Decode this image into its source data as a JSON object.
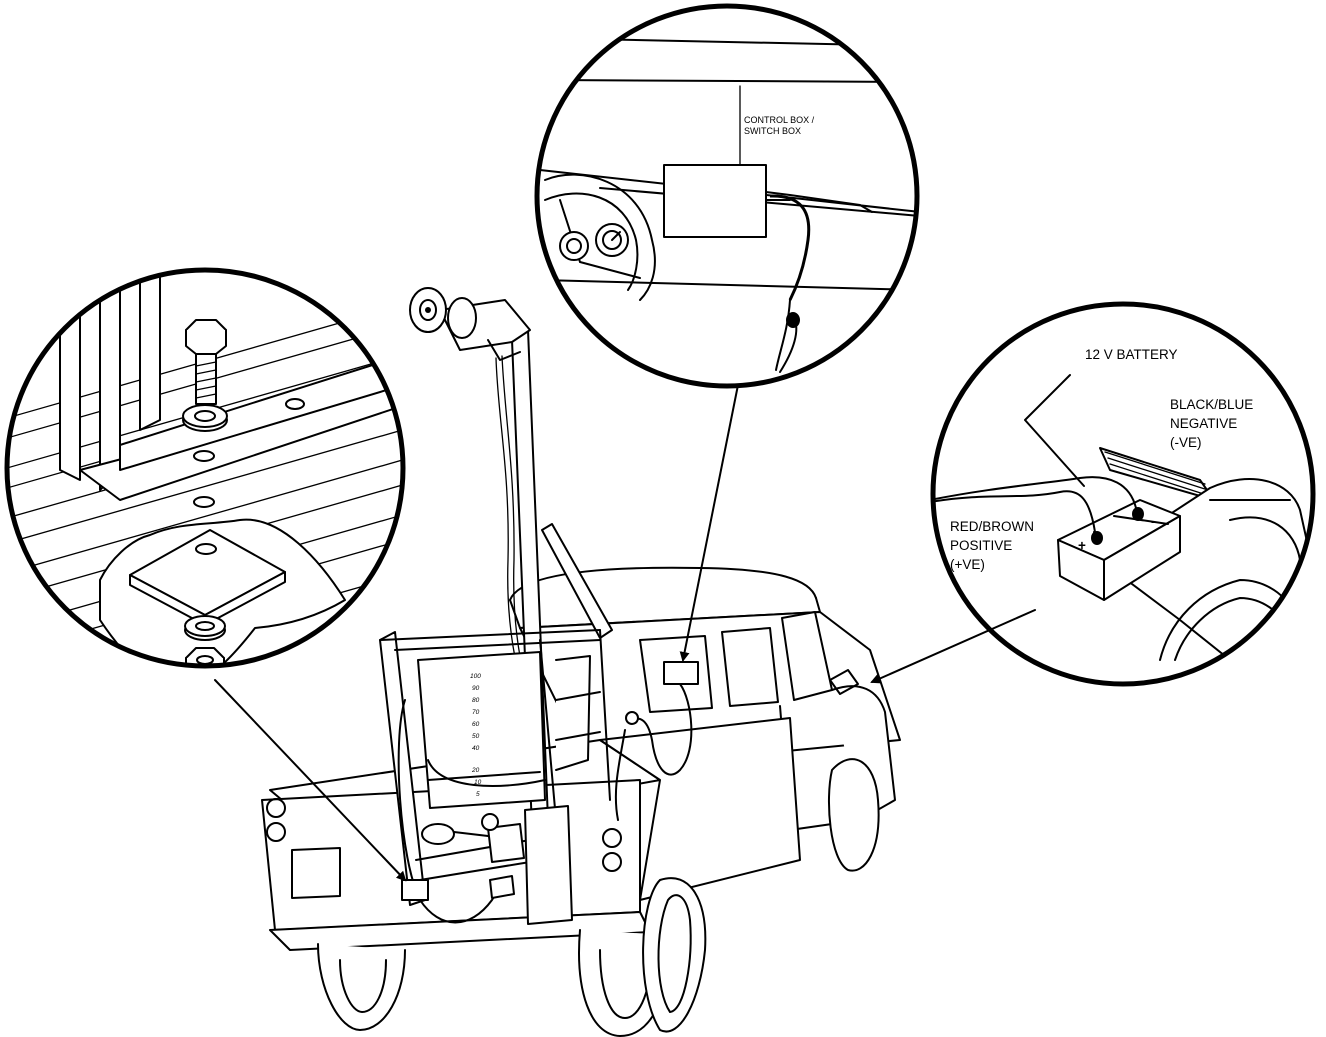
{
  "labels": {
    "control_box_line1": "CONTROL BOX /",
    "control_box_line2": "SWITCH BOX",
    "battery": "12 V BATTERY",
    "negative_line1": "BLACK/BLUE",
    "negative_line2": "NEGATIVE",
    "negative_line3": "(-VE)",
    "positive_line1": "RED/BROWN",
    "positive_line2": "POSITIVE",
    "positive_line3": "(+VE)",
    "plus_sign": "+",
    "minus_sign": "-"
  },
  "tank_gauge": [
    "100",
    "90",
    "80",
    "70",
    "60",
    "50",
    "40",
    "20",
    "10",
    "5"
  ]
}
